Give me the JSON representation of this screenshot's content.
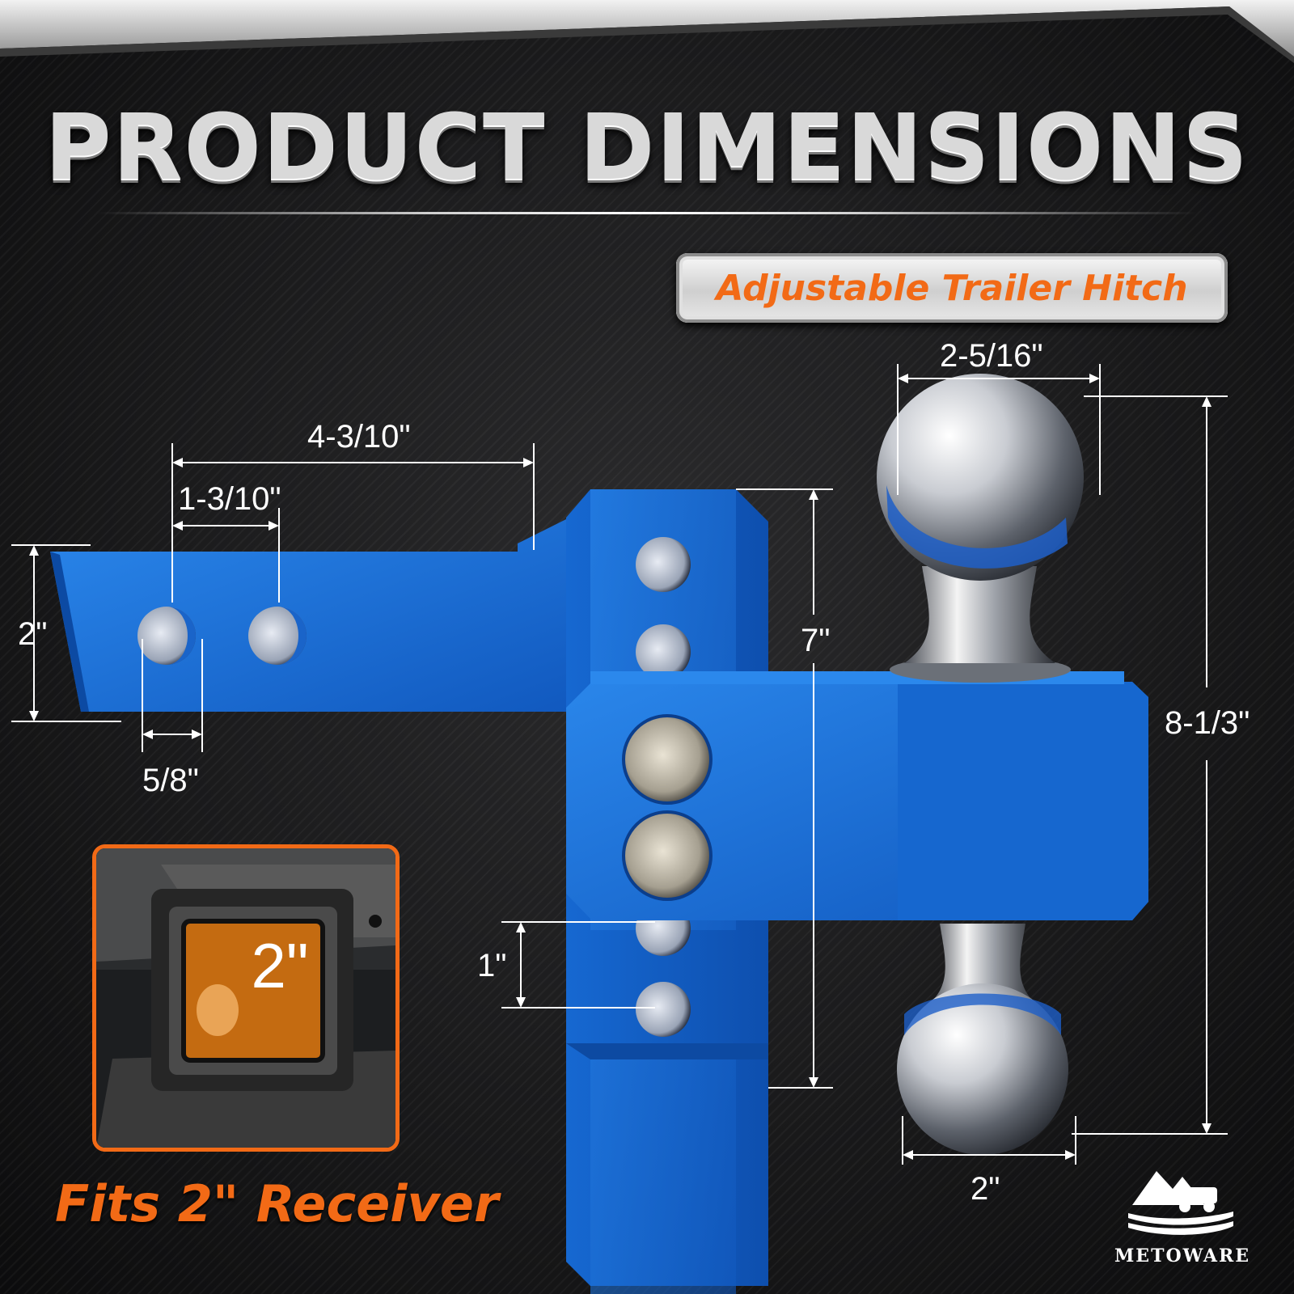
{
  "title": "PRODUCT DIMENSIONS",
  "badge": "Adjustable Trailer Hitch",
  "dimensions": {
    "shank_length": "4-3/10\"",
    "hole_spacing": "1-3/10\"",
    "shank_height": "2\"",
    "hole_diameter": "5/8\"",
    "riser_height": "7\"",
    "hole_pitch": "1\"",
    "ball_top_diameter": "2-5/16\"",
    "ball_bottom_diameter": "2\"",
    "overall_height": "8-1/3\""
  },
  "inset": {
    "label": "2\""
  },
  "fits": "Fits 2\"  Receiver",
  "brand": "METOWARE",
  "colors": {
    "accent": "#f26a16",
    "hitch_blue": "#1a73d9",
    "background": "#1a1a1b"
  }
}
